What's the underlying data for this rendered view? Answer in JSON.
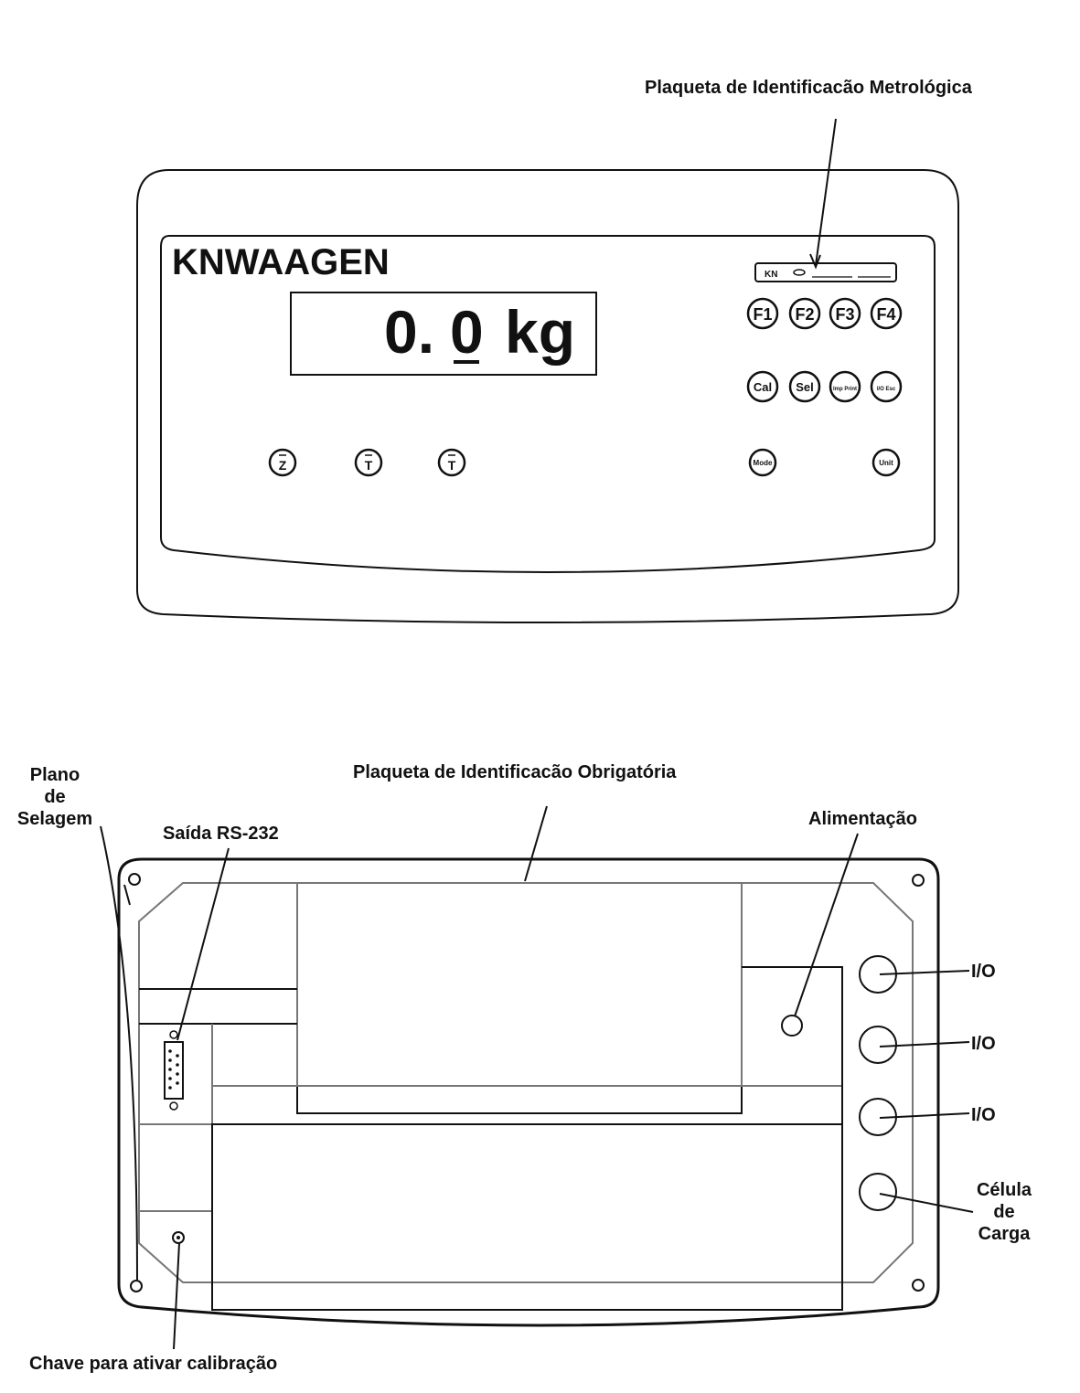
{
  "labels": {
    "metrological_plate": "Plaqueta de Identificacão Metrológica",
    "mandatory_plate": "Plaqueta de Identificacão Obrigatória",
    "sealing_plane": [
      "Plano",
      "de",
      "Selagem"
    ],
    "rs232_output": "Saída RS-232",
    "power": "Alimentação",
    "io": "I/O",
    "load_cell": [
      "Célula",
      "de",
      "Carga"
    ],
    "calibration_switch": "Chave para ativar calibração"
  },
  "front_panel": {
    "brand": "KNWAAGEN",
    "display_value": "0.0 kg",
    "display_digit_int": "0.",
    "display_digit_dec": "0",
    "display_unit": "kg",
    "plate_text": "KN",
    "function_keys": [
      "F1",
      "F2",
      "F3",
      "F4"
    ],
    "menu_keys": [
      "Cal",
      "Sel",
      "Imp Print",
      "I/O Esc"
    ],
    "lower_left_keys": [
      "Z",
      "T",
      "T"
    ],
    "lower_right_keys": [
      "Mode",
      "Unit"
    ]
  }
}
